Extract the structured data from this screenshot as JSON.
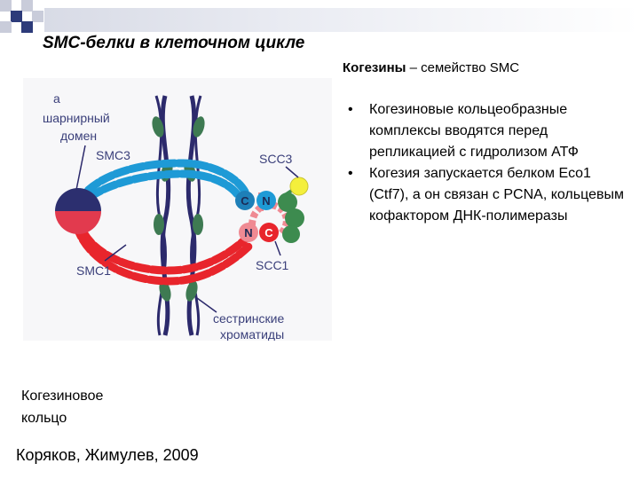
{
  "title": "SMC-белки в клеточном цикле",
  "subtitle": {
    "bold": "Когезины",
    "rest": " – семейство SMC"
  },
  "bullets": [
    "Когезиновые кольцеобразные комплексы вводятся перед репликацией с гидролизом АТФ",
    "Когезия запускается белком Eco1 (Ctf7), а он связан с PCNA, кольцевым кофактором ДНК-полимеразы"
  ],
  "bullet_symbol": "•",
  "figure": {
    "panel_letter": "а",
    "hinge_label_line1": "шарнирный",
    "hinge_label_line2": "домен",
    "smc3_label": "SMC3",
    "scc3_label": "SCC3",
    "smc1_label": "SMC1",
    "scc1_label": "SCC1",
    "chromatids_line1": "сестринские",
    "chromatids_line2": "хроматиды",
    "head_c_top": "C",
    "head_n_top": "N",
    "head_n_bottom": "N",
    "head_c_bottom": "C"
  },
  "ring_caption": {
    "line1": "Когезиновое",
    "line2": "кольцо"
  },
  "citation": "Коряков, Жимулев, 2009",
  "colors": {
    "smc3_blue": "#1e9ad6",
    "smc1_red": "#e8252c",
    "scc1_pink": "#ef8a93",
    "scc3_yellow": "#f4ef3c",
    "chromatid_navy": "#2c2a6c",
    "nucleosome_green": "#3e7a52",
    "head_green": "#3d8b4f",
    "hinge_navy": "#2c2f6f",
    "hinge_red": "#e23a4e"
  }
}
